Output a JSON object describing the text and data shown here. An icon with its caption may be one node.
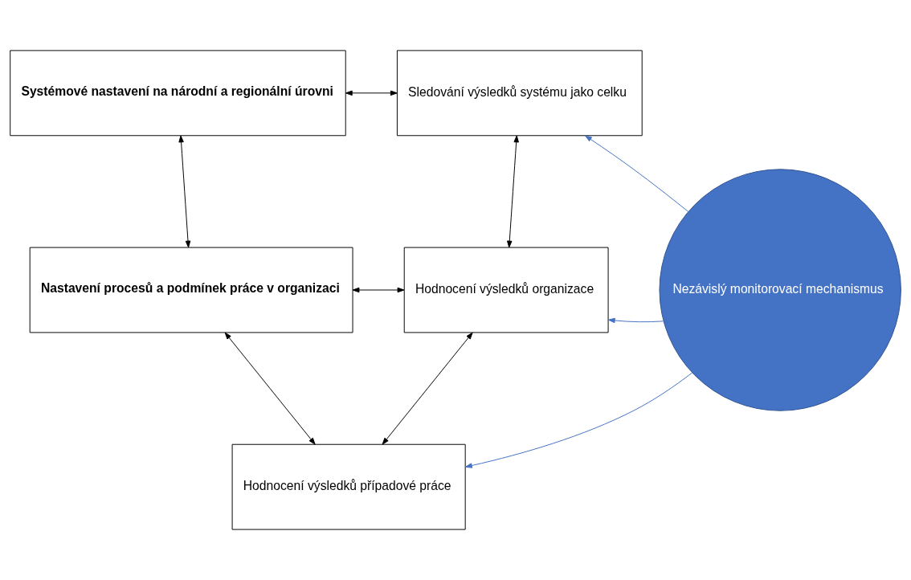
{
  "diagram": {
    "nodes": [
      {
        "text": [
          "Systémové nastavení na národní a regionální úrovni"
        ]
      },
      {
        "text": [
          "Sledování výsledků systému jako celku"
        ]
      },
      {
        "text": [
          "Nastavení procesů a podmínek práce v organizaci"
        ]
      },
      {
        "text": [
          "Hodnocení výsledků organizace"
        ]
      },
      {
        "text": [
          "Hodnocení výsledků případové práce"
        ]
      },
      {
        "text": [
          "Nezávislý monitorovací mechanismus"
        ]
      }
    ],
    "edges": [
      {
        "from": 0,
        "to": 1,
        "arrow": "both"
      },
      {
        "from": 0,
        "to": 2,
        "arrow": "both"
      },
      {
        "from": 1,
        "to": 3,
        "arrow": "both"
      },
      {
        "from": 2,
        "to": 3,
        "arrow": "both"
      },
      {
        "from": 2,
        "to": 4,
        "arrow": "both"
      },
      {
        "from": 3,
        "to": 4,
        "arrow": "both"
      },
      {
        "from": 5,
        "to": 1,
        "arrow": "to",
        "color": "#4472c4"
      },
      {
        "from": 5,
        "to": 3,
        "arrow": "to",
        "color": "#4472c4"
      },
      {
        "from": 5,
        "to": 4,
        "arrow": "to",
        "color": "#4472c4"
      }
    ]
  }
}
